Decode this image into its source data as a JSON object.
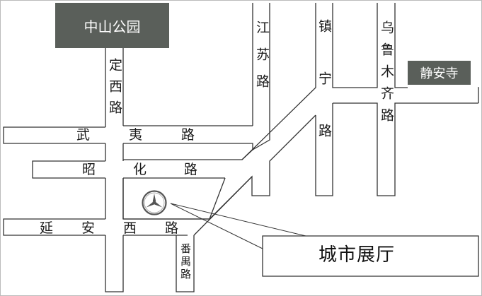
{
  "landmarks": {
    "park": "中山公园",
    "temple": "静安寺"
  },
  "roads": {
    "dingxi": "定西路",
    "wuyi": "武夷路",
    "zhaohua": "昭化路",
    "yananxi": "延安西路",
    "jiangsu": "江苏路",
    "zhenning": "镇宁路",
    "wulumuqi": "乌鲁木齐路",
    "fanyu": "番禺路"
  },
  "callout": {
    "label": "城市展厅",
    "icon": "mercedes-star-icon"
  },
  "colors": {
    "landmark_fill": "#5a5f5a",
    "road_stroke": "#333333"
  }
}
